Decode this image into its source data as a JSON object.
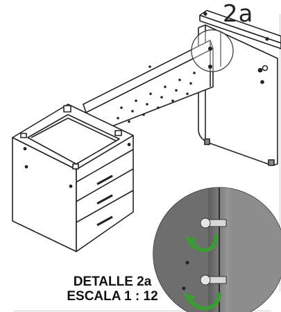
{
  "step_label": "2a",
  "detail": {
    "title": "DETALLE 2a",
    "scale": "ESCALA 1 : 12"
  },
  "colors": {
    "line": "#222222",
    "arrow": "#3d9a36",
    "detail_bg": "#7b7b7b"
  }
}
